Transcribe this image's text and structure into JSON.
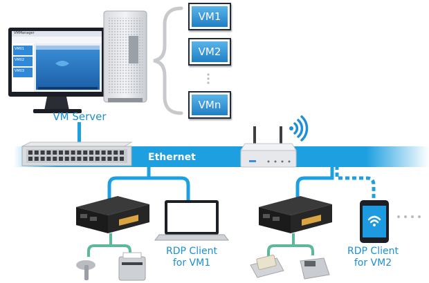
{
  "vm_server": {
    "label": "VM Server",
    "screen_title": "VMManager",
    "screen_vms": [
      "VM01",
      "VM02",
      "VM03"
    ]
  },
  "vms": [
    {
      "label": "VM1"
    },
    {
      "label": "VM2"
    },
    {
      "label": "VMn"
    }
  ],
  "network": {
    "label": "Ethernet"
  },
  "clients": [
    {
      "label_line1": "RDP Client",
      "label_line2": "for VM1"
    },
    {
      "label_line1": "RDP Client",
      "label_line2": "for VM2"
    }
  ],
  "colors": {
    "ethernet": "#1ea0e0",
    "cable": "#1ea0e0",
    "usb_cable": "#5cb89a",
    "label": "#1a8fd1",
    "vm_fill": "#2f92d6"
  }
}
